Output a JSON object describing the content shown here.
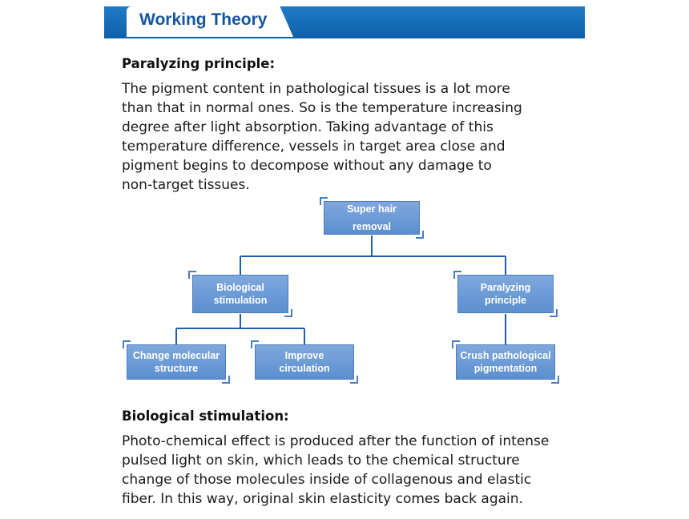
{
  "header": {
    "title": "Working Theory"
  },
  "section1": {
    "heading": "Paralyzing principle:",
    "lines": [
      "The pigment content in pathological tissues is a lot more",
      "than that in normal ones. So is the temperature increasing",
      "degree after light absorption. Taking advantage of this",
      "temperature difference, vessels in target area close and",
      "pigment begins to decompose without any damage to",
      "non-target tissues."
    ]
  },
  "diagram": {
    "root": {
      "line1": "Super hair",
      "line2": "removal"
    },
    "left": {
      "line1": "Biological",
      "line2": "stimulation"
    },
    "right": {
      "line1": "Paralyzing",
      "line2": "principle"
    },
    "leaf1": {
      "line1": "Change molecular",
      "line2": "structure"
    },
    "leaf2": {
      "line1": "Improve",
      "line2": "circulation"
    },
    "leaf3": {
      "line1": "Crush pathological",
      "line2": "pigmentation"
    },
    "colors": {
      "node": "#6b9ad6",
      "line": "#1f5fae"
    }
  },
  "section2": {
    "heading": "Biological stimulation:",
    "lines": [
      "Photo-chemical effect is produced after the function of intense",
      "pulsed light on skin, which leads to the chemical structure",
      "change of those molecules inside of collagenous and elastic",
      "fiber. In this way, original skin elasticity comes back again."
    ]
  }
}
